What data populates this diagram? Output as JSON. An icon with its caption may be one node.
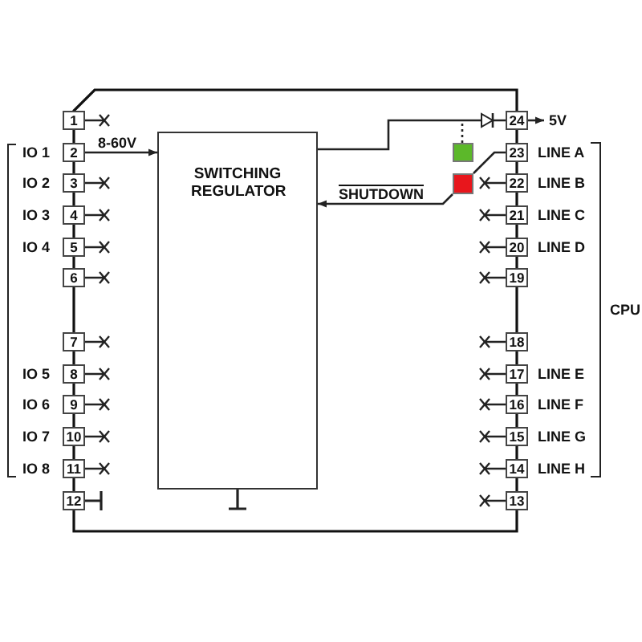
{
  "diagram": {
    "nodes": [
      {
        "text": [
          "1"
        ]
      },
      {
        "text": [
          "2"
        ]
      },
      {
        "text": [
          "3"
        ]
      },
      {
        "text": [
          "4"
        ]
      },
      {
        "text": [
          "5"
        ]
      },
      {
        "text": [
          "6"
        ]
      },
      {
        "text": [
          "7"
        ]
      },
      {
        "text": [
          "8"
        ]
      },
      {
        "text": [
          "9"
        ]
      },
      {
        "text": [
          "10"
        ]
      },
      {
        "text": [
          "11"
        ]
      },
      {
        "text": [
          "12"
        ]
      },
      {
        "text": [
          "SWITCHING REGULATOR"
        ]
      },
      {
        "text": [],
        "shape": "box"
      },
      {
        "text": [],
        "shape": "box"
      },
      {
        "text": [
          "24"
        ]
      },
      {
        "text": [
          "23"
        ]
      },
      {
        "text": [
          "22"
        ]
      },
      {
        "text": [
          "21"
        ]
      },
      {
        "text": [
          "20"
        ]
      },
      {
        "text": [
          "19"
        ]
      },
      {
        "text": [
          "18"
        ]
      },
      {
        "text": [
          "17"
        ]
      },
      {
        "text": [
          "16"
        ]
      },
      {
        "text": [
          "15"
        ]
      },
      {
        "text": [
          "14"
        ]
      },
      {
        "text": [
          "13"
        ]
      },
      {
        "text": [
          "5V"
        ]
      }
    ],
    "edges": [
      {
        "from": 1,
        "to": 12,
        "arrow": "to",
        "label": "8-60V"
      },
      {
        "from": 12,
        "to": 15,
        "arrow": "to"
      },
      {
        "from": 15,
        "to": 27,
        "arrow": "to"
      },
      {
        "from": 13,
        "to": null,
        "arrow": "none",
        "style": "dashed"
      },
      {
        "from": 16,
        "to": 14,
        "arrow": "none"
      },
      {
        "from": 14,
        "to": 12,
        "arrow": "to",
        "label": "SHUTDOWN"
      }
    ],
    "labels": [
      "IO 1",
      "IO 2",
      "IO 3",
      "IO 4",
      "IO 5",
      "IO 6",
      "IO 7",
      "IO 8",
      "LINE A",
      "LINE B",
      "LINE C",
      "LINE D",
      "LINE E",
      "LINE F",
      "LINE G",
      "LINE H",
      "CPU"
    ]
  }
}
